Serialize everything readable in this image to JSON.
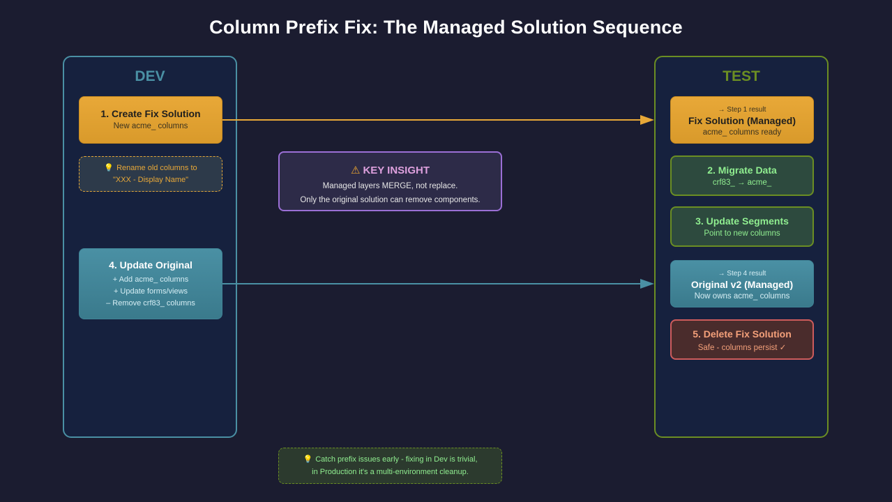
{
  "title": "Column Prefix Fix: The Managed Solution Sequence",
  "dev": {
    "label": "DEV",
    "step1": {
      "title": "1. Create Fix Solution",
      "subtitle": "New acme_ columns"
    },
    "rename_note": {
      "icon": "lightbulb-icon",
      "line1": "Rename old columns to",
      "line2": "\"XXX - Display Name\""
    },
    "step4": {
      "title": "4. Update Original",
      "lines": [
        "+ Add acme_ columns",
        "+ Update forms/views",
        "– Remove crf83_ columns"
      ]
    }
  },
  "test": {
    "label": "TEST",
    "step1_result": {
      "prefix": "→ Step 1 result",
      "title": "Fix Solution (Managed)",
      "subtitle": "acme_ columns ready"
    },
    "step2": {
      "title": "2. Migrate Data",
      "subtitle": "crf83_ → acme_"
    },
    "step3": {
      "title": "3. Update Segments",
      "subtitle": "Point to new columns"
    },
    "step4_result": {
      "prefix": "→ Step 4 result",
      "title": "Original v2 (Managed)",
      "subtitle": "Now owns acme_ columns"
    },
    "step5": {
      "title": "5. Delete Fix Solution",
      "subtitle": "Safe - columns persist ✓"
    }
  },
  "insight": {
    "icon": "warning-icon",
    "title": "KEY INSIGHT",
    "line1": "Managed layers MERGE, not replace.",
    "line2": "Only the original solution can remove components."
  },
  "tip": {
    "icon": "lightbulb-icon",
    "line1": "Catch prefix issues early - fixing in Dev is trivial,",
    "line2": "in Production it's a multi-environment cleanup."
  },
  "colors": {
    "background": "#1b1c30",
    "dev_accent": "#4a90a4",
    "test_accent": "#6b8e23",
    "orange": "#e8a838",
    "insight_border": "#9b6fd6",
    "delete_red": "#cd5c5c"
  }
}
